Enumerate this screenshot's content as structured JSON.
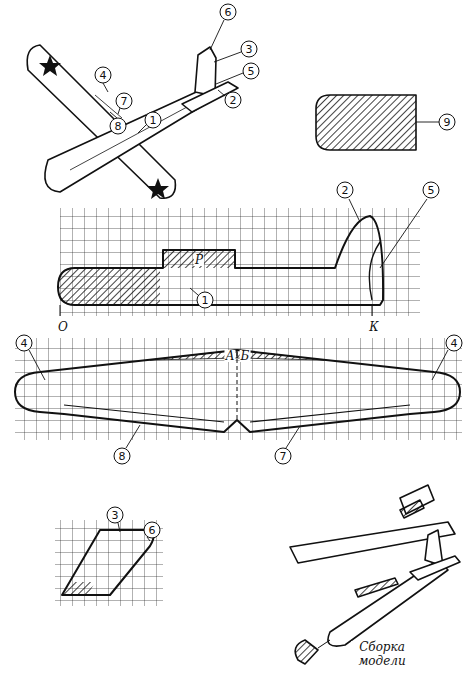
{
  "diagram": {
    "labels": [
      "4",
      "7",
      "8",
      "1",
      "6",
      "3",
      "5",
      "2",
      "9",
      "2",
      "5",
      "Р",
      "1",
      "О",
      "К",
      "4",
      "А",
      "Б",
      "4",
      "8",
      "7",
      "3",
      "6",
      "Сборка модели"
    ]
  }
}
